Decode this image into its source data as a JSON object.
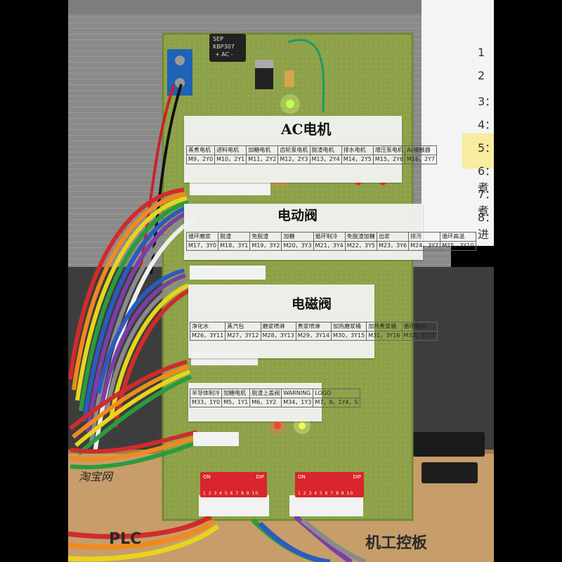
{
  "scene": {
    "bridge_chip": {
      "line1": "SEP",
      "line2": "KBP307",
      "line3": "+ AC -"
    }
  },
  "panels": [
    {
      "title": "AC电机",
      "cells": [
        [
          "蒸煮电机",
          "进料电机",
          "加糖电机",
          "齿轮泵电机",
          "脱渣电机",
          "排水电机",
          "增压泵电机",
          "Ac接触器"
        ],
        [
          "M9，2Y0",
          "M10，2Y1",
          "M11，2Y2",
          "M12，2Y3",
          "M13，2Y4",
          "M14，2Y5",
          "M15，2Y6",
          "M16，2Y7"
        ]
      ]
    },
    {
      "title": "电动阀",
      "cells": [
        [
          "循环磨浆",
          "脱渣",
          "免脱渣",
          "加糖",
          "循环制冷",
          "免脱渣加糖",
          "出浆",
          "排污",
          "循环高温"
        ],
        [
          "M17，3Y0",
          "M18，3Y1",
          "M19，3Y2",
          "M20，3Y3",
          "M21，3Y4",
          "M22，3Y5",
          "M23，3Y6",
          "M24，3Y7",
          "M25，3Y10"
        ]
      ]
    },
    {
      "title": "电磁阀",
      "cells": [
        [
          "净化水",
          "蒸汽包",
          "磨浆喷淋",
          "煮浆喷淋",
          "加热磨浆桶",
          "加热煮浆桶",
          "循环换热"
        ],
        [
          "M26，3Y11",
          "M27，3Y12",
          "M28，3Y13",
          "M29，3Y14",
          "M30，3Y15",
          "M31，3Y16",
          "M32，3Y17"
        ]
      ]
    },
    {
      "title": "",
      "cells": [
        [
          "半导体制冷",
          "加糖电机",
          "脱渣上盖阀",
          "WARNING",
          "LOGO"
        ],
        [
          "M33，1Y0",
          "M5，1Y1",
          "M6，1Y2",
          "M34，1Y3",
          "M7，8，1Y4，5"
        ]
      ]
    }
  ],
  "whiteboard_list": [
    "1",
    "2",
    "3：",
    "4：",
    "5：",
    "6：煮",
    "7：煮",
    "8：进"
  ],
  "dip_switches": [
    {
      "on_label": "ON",
      "dip_label": "DIP",
      "numbers": "1 2 3 4 5 6 7 8 9 10"
    },
    {
      "on_label": "ON",
      "dip_label": "DIP",
      "numbers": "1 2 3 4 5 6 7 8 9 10"
    }
  ],
  "box_text": "淘宝网",
  "box_text2": "PLC",
  "box_text3": "机工控板"
}
